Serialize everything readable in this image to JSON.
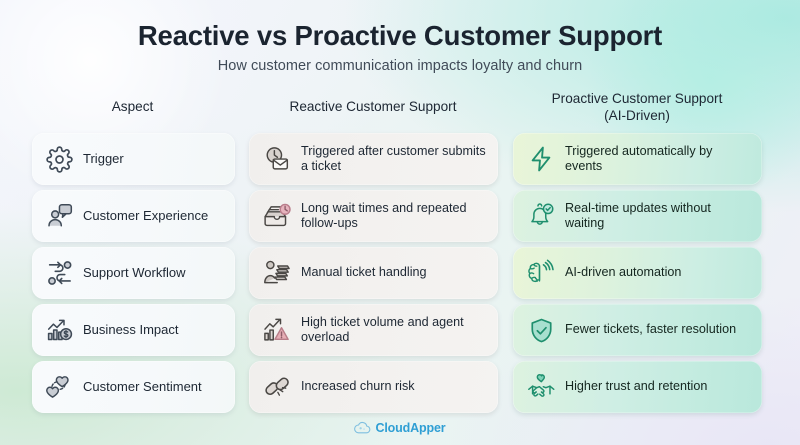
{
  "header": {
    "title": "Reactive vs Proactive Customer Support",
    "subtitle": "How customer communication impacts loyalty and churn"
  },
  "columns": [
    {
      "header": "Aspect"
    },
    {
      "header": "Reactive Customer Support"
    },
    {
      "header": "Proactive Customer Support",
      "header_line2": "(AI-Driven)"
    }
  ],
  "rows": [
    {
      "aspect": {
        "label": "Trigger",
        "icon": "gear-icon"
      },
      "reactive": {
        "label": "Triggered after customer submits a ticket",
        "icon": "clock-envelope-icon"
      },
      "proactive": {
        "label": "Triggered automatically by events",
        "icon": "lightning-bolt-icon"
      }
    },
    {
      "aspect": {
        "label": "Customer Experience",
        "icon": "person-speech-bubble-icon"
      },
      "reactive": {
        "label": "Long wait times and repeated follow-ups",
        "icon": "inbox-clock-icon"
      },
      "proactive": {
        "label": "Real-time updates without waiting",
        "icon": "bell-check-icon"
      }
    },
    {
      "aspect": {
        "label": "Support Workflow",
        "icon": "workflow-arrows-icon"
      },
      "reactive": {
        "label": "Manual ticket handling",
        "icon": "agent-papers-icon"
      },
      "proactive": {
        "label": "AI-driven automation",
        "icon": "brain-signal-icon"
      }
    },
    {
      "aspect": {
        "label": "Business Impact",
        "icon": "growth-chart-dollar-icon"
      },
      "reactive": {
        "label": "High ticket volume and agent overload",
        "icon": "chart-warning-icon"
      },
      "proactive": {
        "label": "Fewer tickets, faster resolution",
        "icon": "shield-check-icon"
      }
    },
    {
      "aspect": {
        "label": "Customer Sentiment",
        "icon": "two-hearts-icon"
      },
      "reactive": {
        "label": "Increased churn risk",
        "icon": "broken-chain-icon"
      },
      "proactive": {
        "label": "Higher trust and retention",
        "icon": "handshake-heart-icon"
      }
    }
  ],
  "footer": {
    "brand": "CloudApper",
    "icon": "cloud-logo-icon"
  },
  "colors": {
    "title": "#1b2430",
    "brand": "#2f9fd4",
    "proactive_accent": "#1f8f6e",
    "reactive_accent": "#d98b96",
    "aspect_icon": "#3a4450"
  }
}
